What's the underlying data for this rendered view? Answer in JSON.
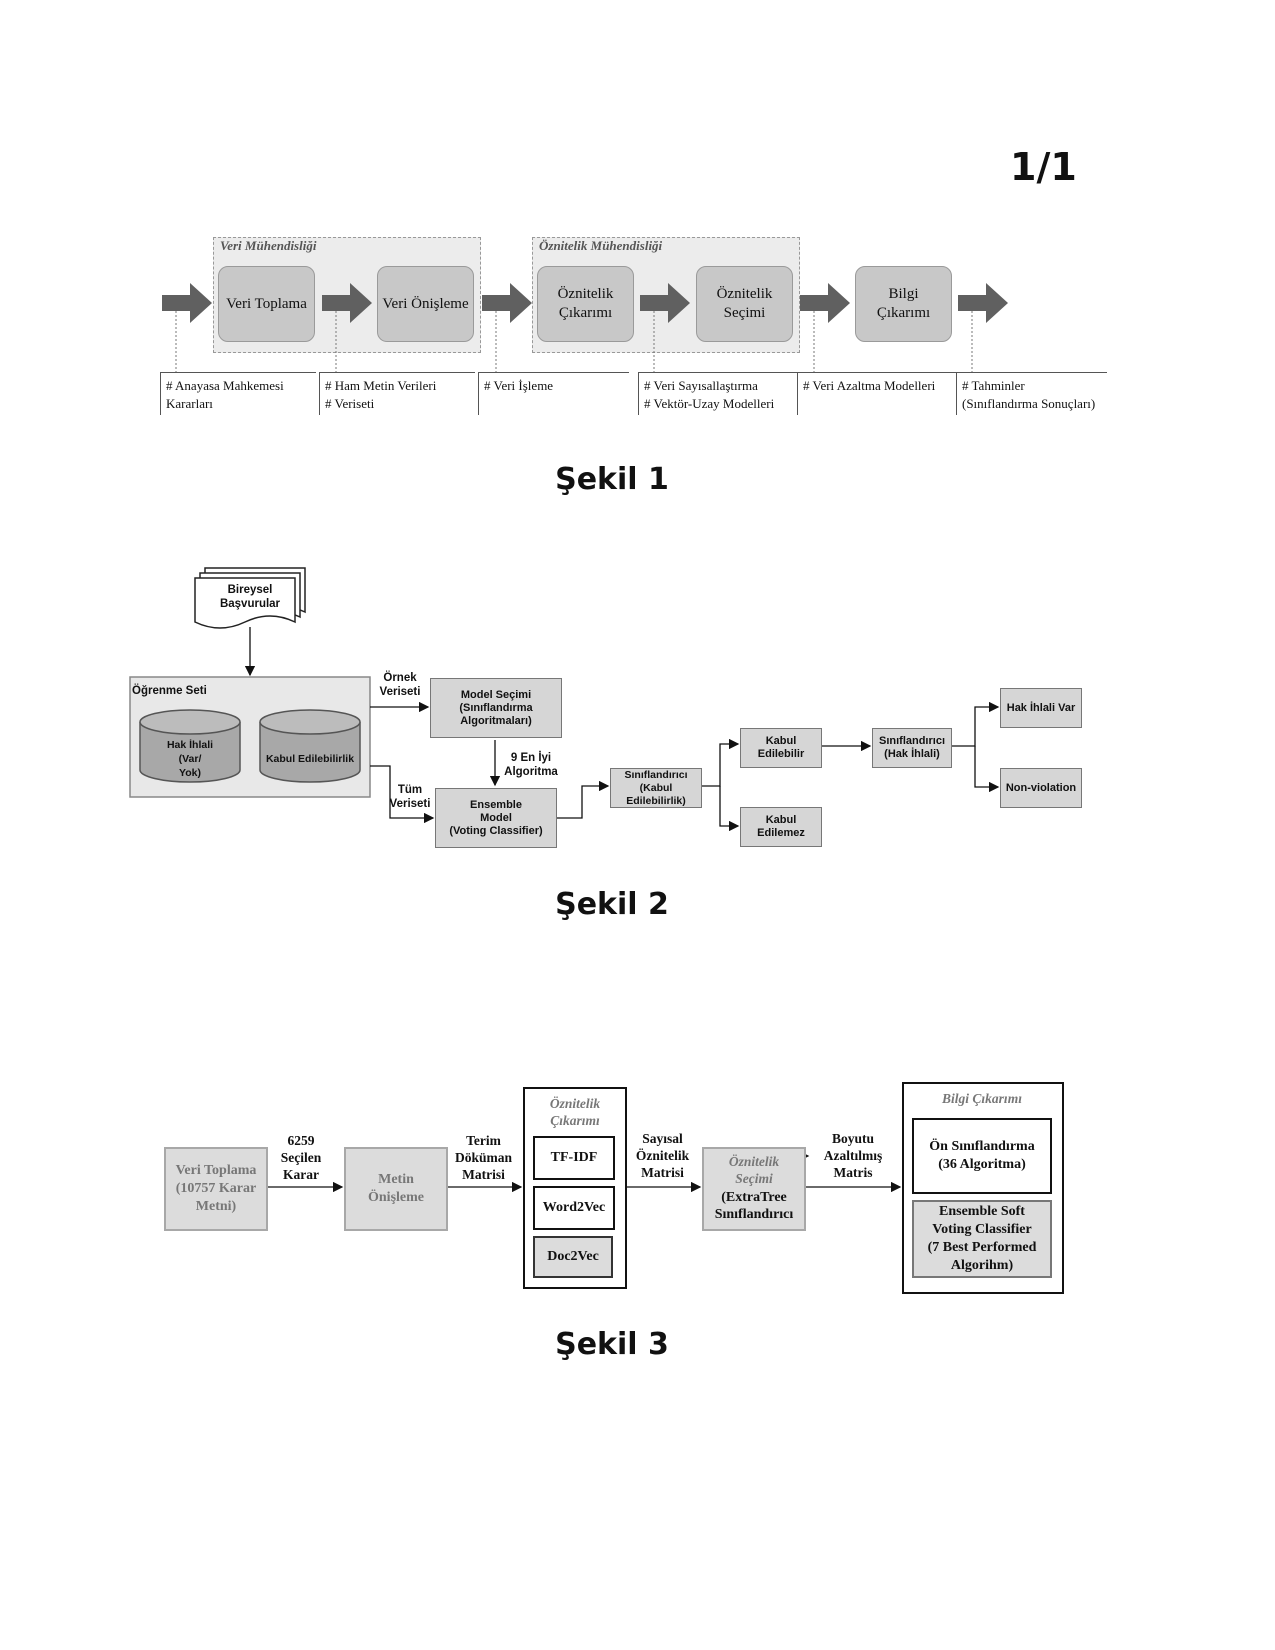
{
  "page_number": "1/1",
  "figure1": {
    "caption": "Şekil 1",
    "group_data_eng": "Veri Mühendisliği",
    "group_feature_eng": "Öznitelik Mühendisliği",
    "steps": [
      "Veri Toplama",
      "Veri Önişleme",
      "Öznitelik\nÇıkarımı",
      "Öznitelik\nSeçimi",
      "Bilgi\nÇıkarımı"
    ],
    "notes": [
      "# Anayasa Mahkemesi\nKararları",
      "# Ham Metin Verileri\n# Veriseti",
      "# Veri İşleme",
      "# Veri Sayısallaştırma\n# Vektör-Uzay Modelleri",
      "# Veri Azaltma Modelleri",
      "# Tahminler\n(Sınıflandırma Sonuçları)"
    ]
  },
  "figure2": {
    "caption": "Şekil 2",
    "documents": "Bireysel\nBaşvurular",
    "learning_set": "Öğrenme Seti",
    "db1": "Hak İhlali\n(Var/\nYok)",
    "db2": "Kabul Edilebilirlik",
    "label_sample": "Örnek\nVeriseti",
    "label_all": "Tüm\nVeriseti",
    "label_best": "9 En İyi\nAlgoritma",
    "model_selection": "Model Seçimi\n(Sınıflandırma\nAlgoritmaları)",
    "ensemble": "Ensemble\nModel\n(Voting Classifier)",
    "classifier_admissibility": "Sınıflandırıcı\n(Kabul\nEdilebilirlik)",
    "admissible": "Kabul\nEdilebilir",
    "inadmissible": "Kabul\nEdilemez",
    "classifier_violation": "Sınıflandırıcı\n(Hak İhlali)",
    "violation": "Hak İhlali Var",
    "non_violation": "Non-violation"
  },
  "figure3": {
    "caption": "Şekil 3",
    "data_collection": "Veri Toplama\n(10757 Karar\nMetni)",
    "label_selected": "6259\nSeçilen\nKarar",
    "preprocessing": "Metin\nÖnişleme",
    "label_tdm": "Terim\nDöküman\nMatrisi",
    "feature_extraction_title": "Öznitelik\nÇıkarımı",
    "tfidf": "TF-IDF",
    "word2vec": "Word2Vec",
    "doc2vec": "Doc2Vec",
    "label_numeric": "Sayısal\nÖznitelik\nMatrisi",
    "feature_selection_title": "Öznitelik\nSeçimi",
    "feature_selection_body": "(ExtraTree\nSınıflandırıcı",
    "label_reduced": "Boyutu\nAzaltılmış\nMatris",
    "info_extraction_title": "Bilgi Çıkarımı",
    "pre_classification": "Ön Sınıflandırma\n(36 Algoritma)",
    "ensemble_soft": "Ensemble Soft\nVoting Classifier\n(7 Best Performed\nAlgorihm)"
  }
}
